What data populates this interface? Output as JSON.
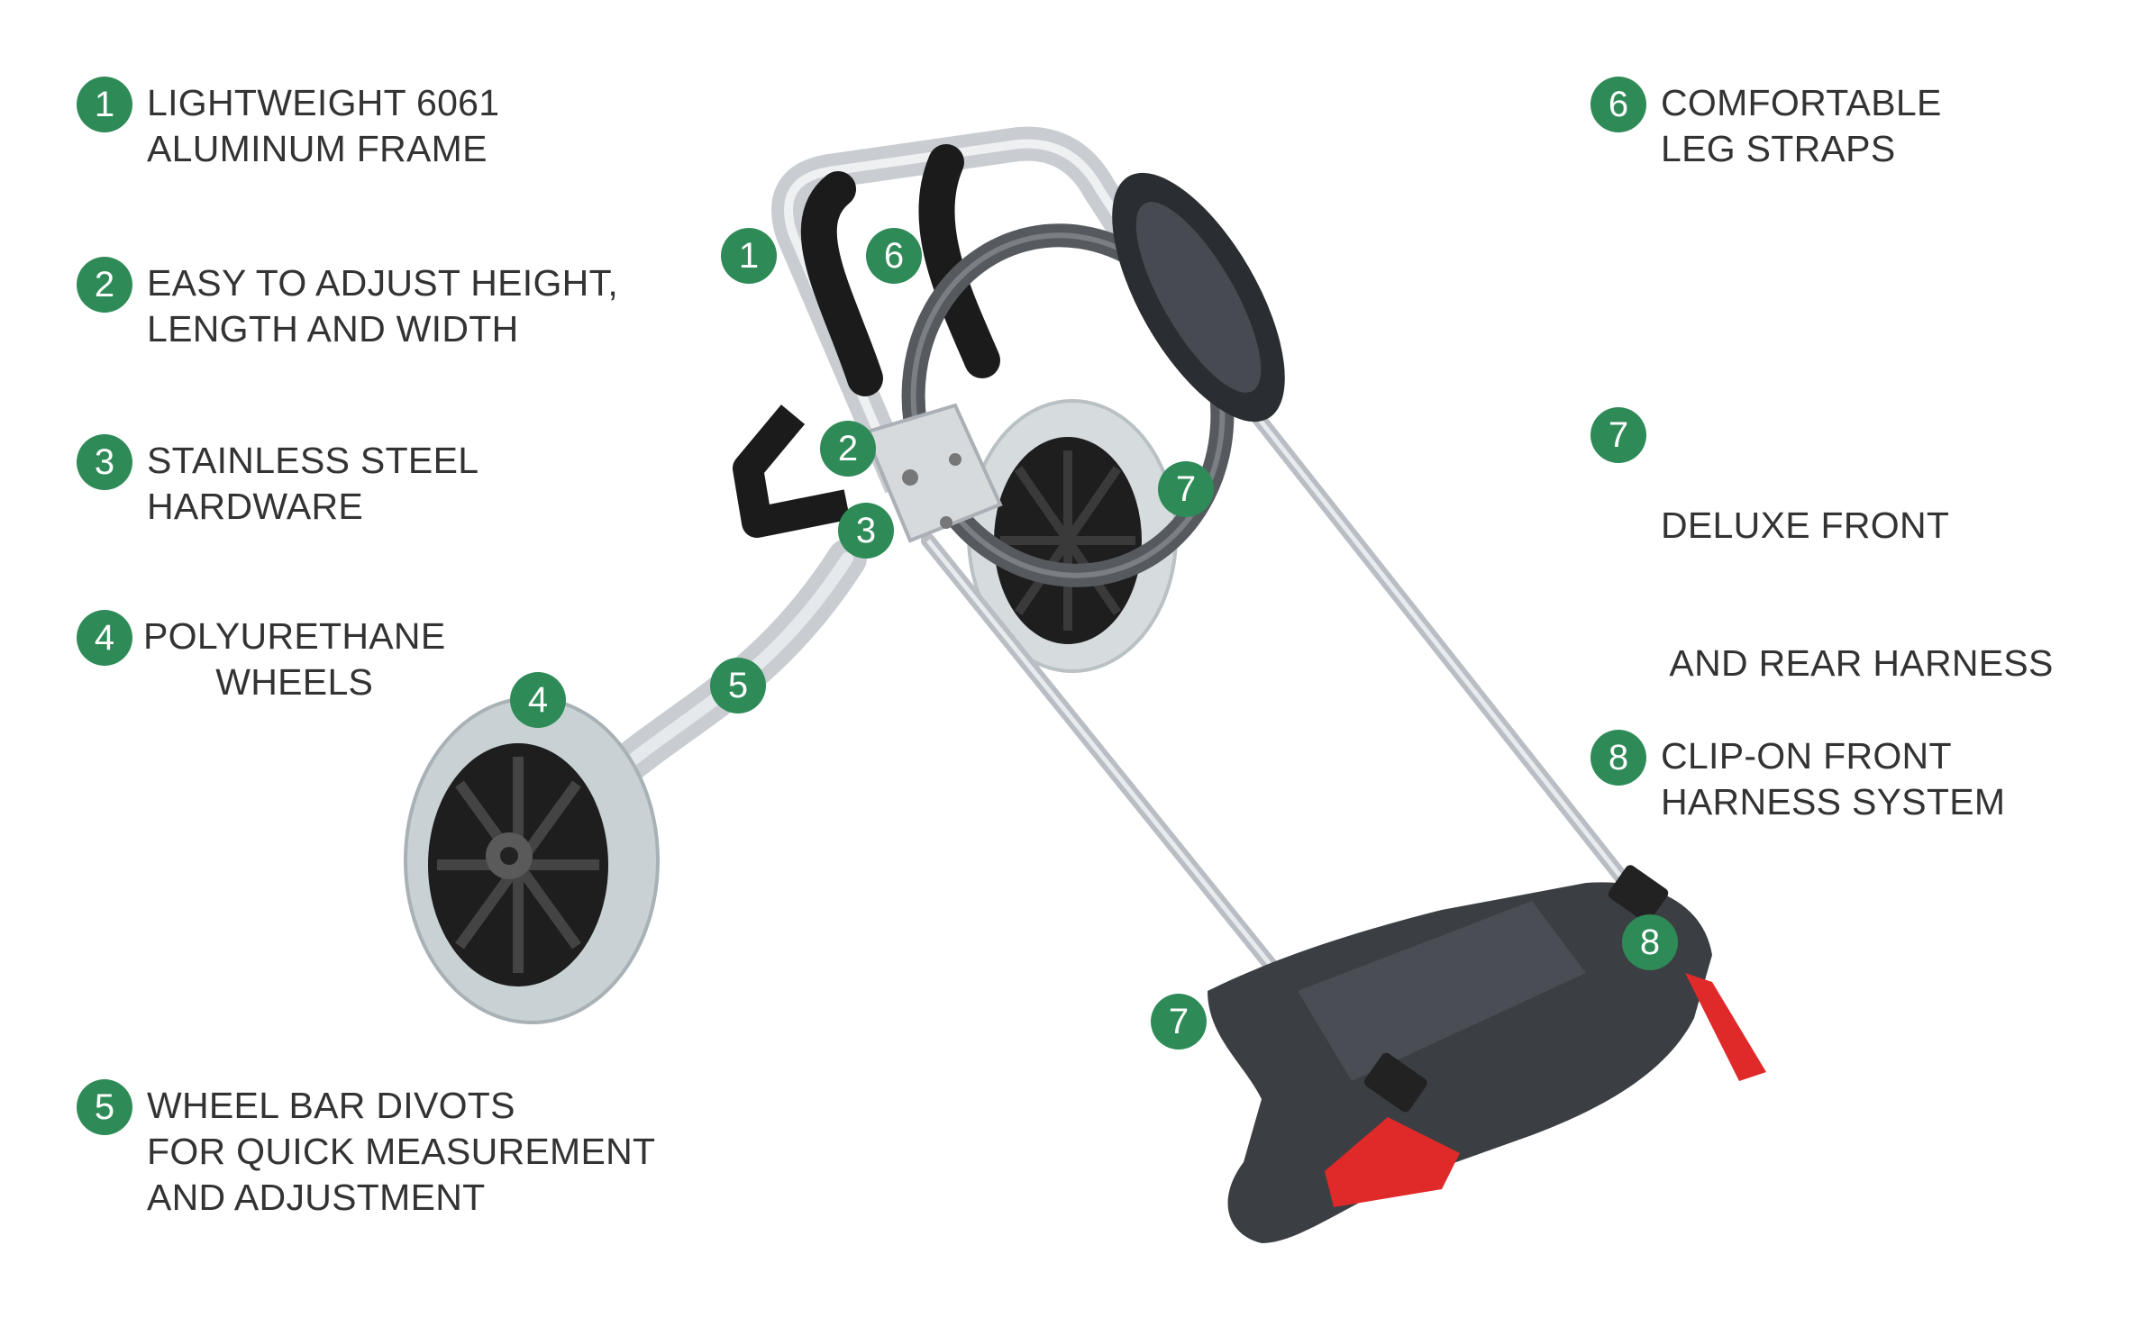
{
  "colors": {
    "badge": "#2e8b57",
    "text": "#333333",
    "frame": "#c9cdd2",
    "tire": "#c8d1d3",
    "hub": "#222222",
    "harness": "#3b3f44",
    "accent_red": "#e02a2a"
  },
  "features": [
    {
      "number": "1",
      "lines": [
        "LIGHTWEIGHT 6061",
        "ALUMINUM FRAME"
      ]
    },
    {
      "number": "2",
      "lines": [
        "EASY TO ADJUST HEIGHT,",
        "LENGTH AND WIDTH"
      ]
    },
    {
      "number": "3",
      "lines": [
        "STAINLESS STEEL",
        "HARDWARE"
      ]
    },
    {
      "number": "4",
      "lines": [
        "POLYURETHANE",
        "WHEELS"
      ]
    },
    {
      "number": "5",
      "lines": [
        "WHEEL BAR DIVOTS",
        "FOR QUICK MEASUREMENT",
        "AND ADJUSTMENT"
      ]
    },
    {
      "number": "6",
      "lines": [
        "COMFORTABLE",
        "LEG STRAPS"
      ]
    },
    {
      "number": "7",
      "lines": [
        "DELUXE FRONT",
        " AND REAR HARNESS"
      ]
    },
    {
      "number": "8",
      "lines": [
        "CLIP-ON FRONT",
        "HARNESS SYSTEM"
      ]
    }
  ],
  "callouts": [
    {
      "number": "1"
    },
    {
      "number": "6"
    },
    {
      "number": "2"
    },
    {
      "number": "3"
    },
    {
      "number": "7"
    },
    {
      "number": "4"
    },
    {
      "number": "5"
    },
    {
      "number": "8"
    },
    {
      "number": "7"
    }
  ]
}
